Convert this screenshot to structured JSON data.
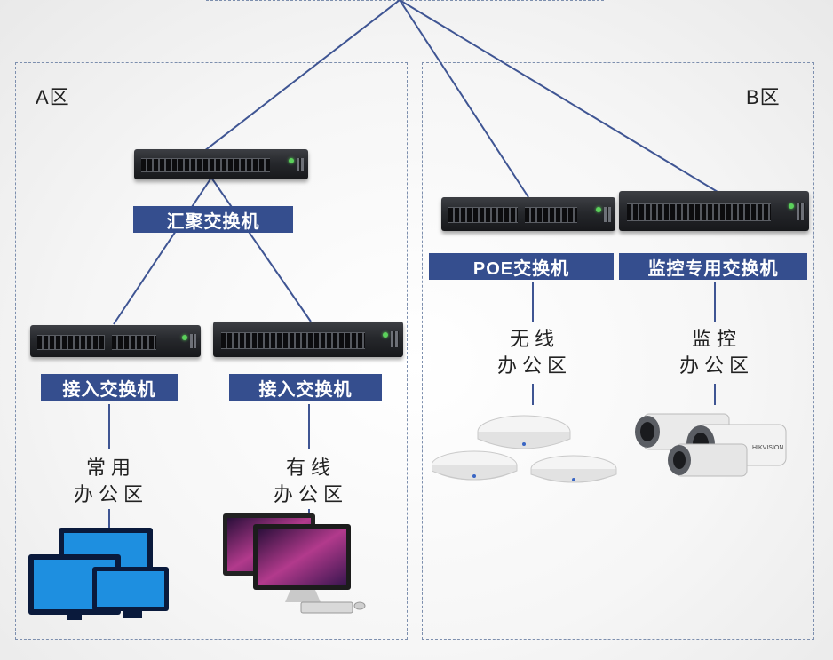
{
  "zones": {
    "a": {
      "label": "A区"
    },
    "b": {
      "label": "B区"
    }
  },
  "switches": {
    "aggregation": "汇聚交换机",
    "access_1": "接入交换机",
    "access_2": "接入交换机",
    "poe": "POE交换机",
    "monitoring": "监控专用交换机"
  },
  "areas": {
    "common_office": [
      "常用",
      "办公区"
    ],
    "wired_office": [
      "有线",
      "办公区"
    ],
    "wireless_office": [
      "无线",
      "办公区"
    ],
    "monitoring_office": [
      "监控",
      "办公区"
    ]
  },
  "camera_brand": "HIKVISION",
  "colors": {
    "label_bg": "#354e8e",
    "link_line": "#3f5593",
    "zone_border": "#7d8fae"
  }
}
